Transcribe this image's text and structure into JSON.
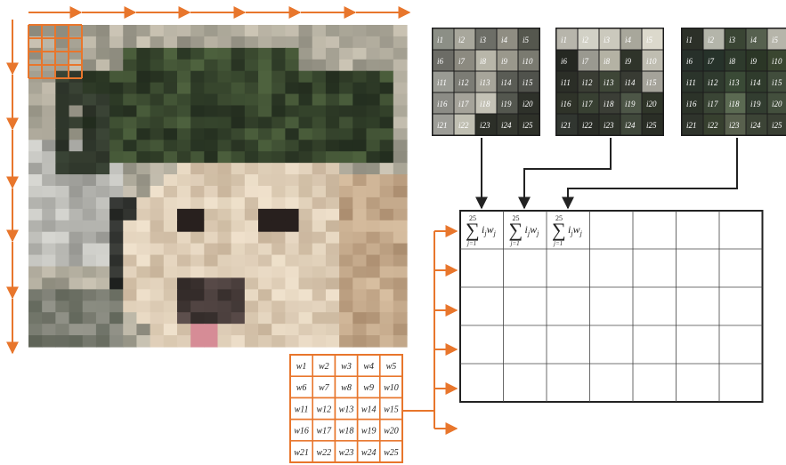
{
  "colors": {
    "accent": "#e8762c",
    "grid_line": "#222222",
    "patch_text": "#ffffff"
  },
  "input_patches": [
    {
      "labels": [
        "i1",
        "i2",
        "i3",
        "i4",
        "i5",
        "i6",
        "i7",
        "i8",
        "i9",
        "i10",
        "i11",
        "i12",
        "i13",
        "i14",
        "i15",
        "i16",
        "i17",
        "i18",
        "i19",
        "i20",
        "i21",
        "i22",
        "i23",
        "i24",
        "i25"
      ],
      "shades": [
        "#8c8f86",
        "#a8a79c",
        "#6d6e67",
        "#8f8d82",
        "#55574e",
        "#6c6c66",
        "#8c8a80",
        "#b8b6a9",
        "#9a988c",
        "#7a7a70",
        "#9a9b94",
        "#7c7c75",
        "#a7a59a",
        "#5a5c55",
        "#50524c",
        "#8c8c86",
        "#a5a39a",
        "#c4c2b6",
        "#54574f",
        "#2e312a",
        "#9d9d97",
        "#c0bfb2",
        "#2c2f28",
        "#34372f",
        "#2e3129"
      ]
    },
    {
      "labels": [
        "i1",
        "i2",
        "i3",
        "i4",
        "i5",
        "i6",
        "i7",
        "i8",
        "i9",
        "i10",
        "i11",
        "i12",
        "i13",
        "i14",
        "i15",
        "i16",
        "i17",
        "i18",
        "i19",
        "i20",
        "i21",
        "i22",
        "i23",
        "i24",
        "i25"
      ],
      "shades": [
        "#b7b5ab",
        "#d2d1c6",
        "#cbc9bd",
        "#a8a79b",
        "#dcd9cc",
        "#252822",
        "#9a9990",
        "#b4b2a4",
        "#2f342a",
        "#bfbdb1",
        "#2b2e27",
        "#3a3d34",
        "#3e4637",
        "#383b33",
        "#a5a39a",
        "#2f3329",
        "#384032",
        "#3b3e36",
        "#4d5647",
        "#2f3529",
        "#313630",
        "#2a2d27",
        "#2f342b",
        "#40483b",
        "#2a2e26"
      ]
    },
    {
      "labels": [
        "i1",
        "i2",
        "i3",
        "i4",
        "i5",
        "i6",
        "i7",
        "i8",
        "i9",
        "i10",
        "i11",
        "i12",
        "i13",
        "i14",
        "i15",
        "i16",
        "i17",
        "i18",
        "i19",
        "i20",
        "i21",
        "i22",
        "i23",
        "i24",
        "i25"
      ],
      "shades": [
        "#2c3028",
        "#b4b5aa",
        "#3a4534",
        "#56604f",
        "#b6b5aa",
        "#27302a",
        "#26322a",
        "#2e3a2c",
        "#2b3626",
        "#3a4630",
        "#2b342b",
        "#2f3a2e",
        "#3a4a36",
        "#2f3b2c",
        "#414d3c",
        "#2c3329",
        "#3a4535",
        "#5b6a52",
        "#323d30",
        "#434f3d",
        "#2f342c",
        "#37402f",
        "#58604d",
        "#3c4436",
        "#3a4034"
      ]
    }
  ],
  "weights": [
    "w1",
    "w2",
    "w3",
    "w4",
    "w5",
    "w6",
    "w7",
    "w8",
    "w9",
    "w10",
    "w11",
    "w12",
    "w13",
    "w14",
    "w15",
    "w16",
    "w17",
    "w18",
    "w19",
    "w20",
    "w21",
    "w22",
    "w23",
    "w24",
    "w25"
  ],
  "sum_formula": {
    "symbol": "∑",
    "upper": "25",
    "lower": "j=1",
    "term_i": "i",
    "term_w": "w",
    "sub": "j"
  },
  "output_grid": {
    "rows": 5,
    "cols": 7,
    "filled_cells": 3
  }
}
